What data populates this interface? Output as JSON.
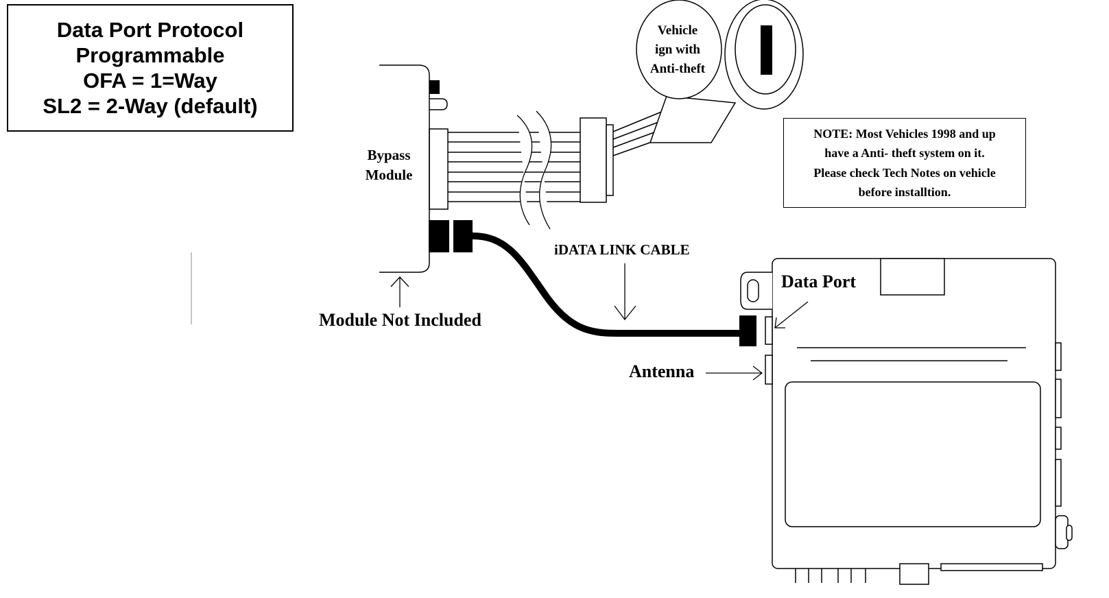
{
  "protocol_box": {
    "line1": "Data Port Protocol",
    "line2": "Programmable",
    "line3": "OFA = 1=Way",
    "line4": "SL2 = 2-Way (default)"
  },
  "note_box": {
    "line1": "NOTE: Most Vehicles 1998 and up",
    "line2": "have a Anti- theft system on it.",
    "line3": "Please check Tech Notes  on vehicle",
    "line4": "before installtion."
  },
  "ignition": {
    "line1": "Vehicle",
    "line2": "ign with",
    "line3": "Anti-theft"
  },
  "bypass_module": {
    "line1": "Bypass",
    "line2": "Module"
  },
  "labels": {
    "module_not_included": "Module Not Included",
    "idata_link_cable": "iDATA LINK CABLE",
    "data_port": "Data Port",
    "antenna": "Antenna"
  }
}
